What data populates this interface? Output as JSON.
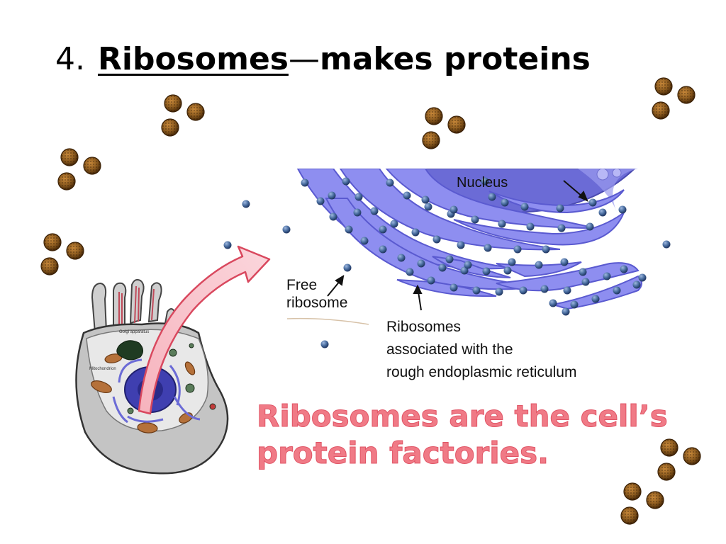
{
  "slide": {
    "title": {
      "number": "4.",
      "keyword": "Ribosomes",
      "separator": "—",
      "rest": "makes proteins"
    },
    "labels": {
      "nucleus": "Nucleus",
      "free_ribosome_line1": "Free",
      "free_ribosome_line2": "ribosome",
      "rer_line1": "Ribosomes",
      "rer_line2": "associated with the",
      "rer_line3": "rough endoplasmic reticulum"
    },
    "caption": {
      "line1": "Ribosomes are the cell’s",
      "line2": "protein factories."
    },
    "cell_labels": {
      "golgi": "Golgi apparatus",
      "mitochondrion": "Mitochondrion"
    },
    "colors": {
      "caption": "#f07a86",
      "er": "#8e8ef0",
      "ribosome": "#3f5f8f",
      "decor_ribosome": "#8b5a1e"
    },
    "icons": [
      "ribosome-cluster-icon",
      "arrow-icon"
    ]
  }
}
